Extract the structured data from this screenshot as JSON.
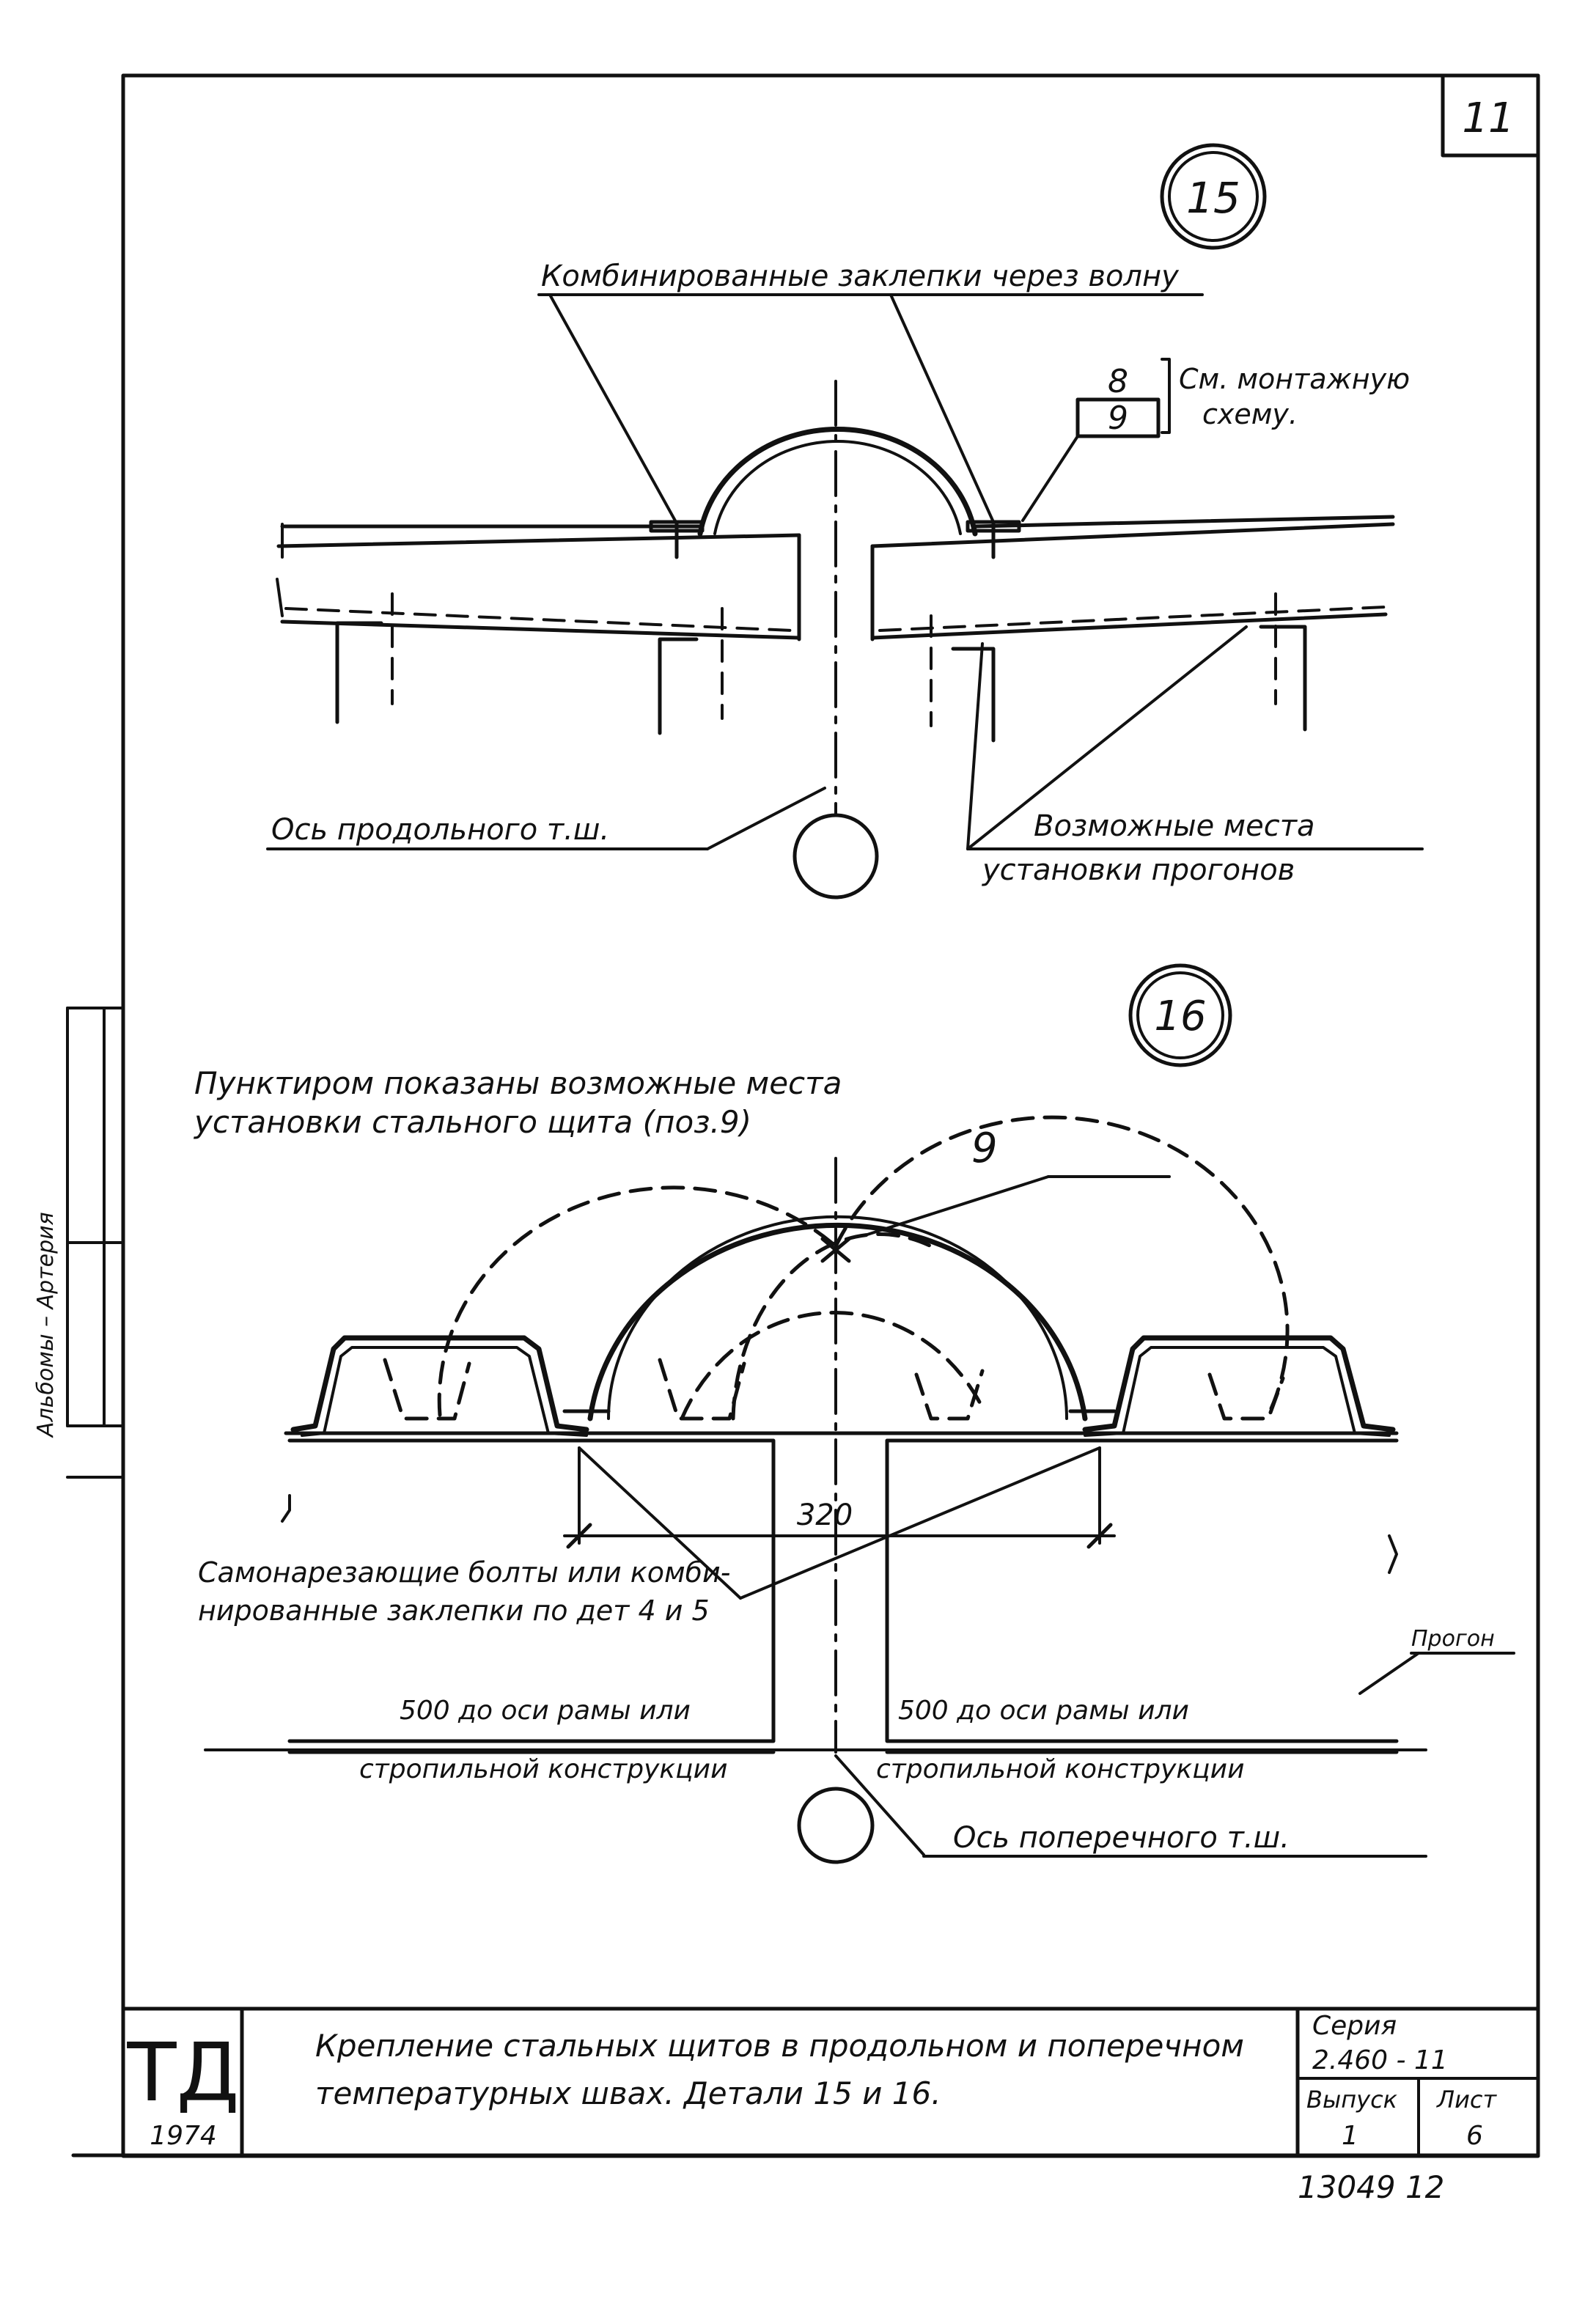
{
  "sheet": {
    "corner_number": "11",
    "stamp_text": "13049 12",
    "margin_stamp": "Альбомы – Артерия"
  },
  "detail_15": {
    "number": "15",
    "label_rivets": "Комбинированные заклепки через волну",
    "label_ref_top": "8",
    "label_ref_bottom": "9",
    "label_see_1": "См. монтажную",
    "label_see_2": "схему.",
    "label_axis": "Ось продольного т.ш.",
    "label_purlins_1": "Возможные места",
    "label_purlins_2": "установки прогонов"
  },
  "detail_16": {
    "number": "16",
    "note_1": "Пунктиром показаны возможные места",
    "note_2": "установки стального щита (поз.9)",
    "label_pos": "9",
    "dimension": "320",
    "label_bolts_1": "Самонарезающие болты или комби-",
    "label_bolts_2": "нированные заклепки по дет 4 и 5",
    "label_purlin": "Прогон",
    "left_dist_1": "500 до оси рамы или",
    "left_dist_2": "стропильной конструкции",
    "right_dist_1": "500 до оси рамы или",
    "right_dist_2": "стропильной конструкции",
    "label_axis": "Ось поперечного т.ш."
  },
  "title_block": {
    "logo": "ТД",
    "year": "1974",
    "title_1": "Крепление стальных щитов в продольном и поперечном",
    "title_2": "температурных швах. Детали 15 и 16.",
    "series_label": "Серия",
    "series_value": "2.460 - 11",
    "issue_label": "Выпуск",
    "issue_value": "1",
    "sheet_label": "Лист",
    "sheet_value": "6"
  }
}
